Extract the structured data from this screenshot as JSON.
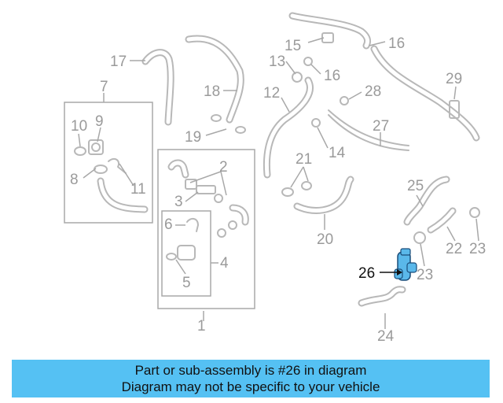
{
  "diagram": {
    "labels": [
      "1",
      "2",
      "3",
      "4",
      "5",
      "6",
      "7",
      "8",
      "9",
      "10",
      "11",
      "12",
      "13",
      "14",
      "15",
      "16",
      "16",
      "17",
      "18",
      "19",
      "20",
      "21",
      "22",
      "23",
      "23",
      "24",
      "25",
      "26",
      "27",
      "28",
      "29"
    ],
    "highlight_label": "26",
    "highlight_color": "#5ab8ea"
  },
  "banner": {
    "line1": "Part or sub-assembly is #26 in diagram",
    "line2": "Diagram may not be specific to your vehicle",
    "background": "#55c1f3"
  }
}
